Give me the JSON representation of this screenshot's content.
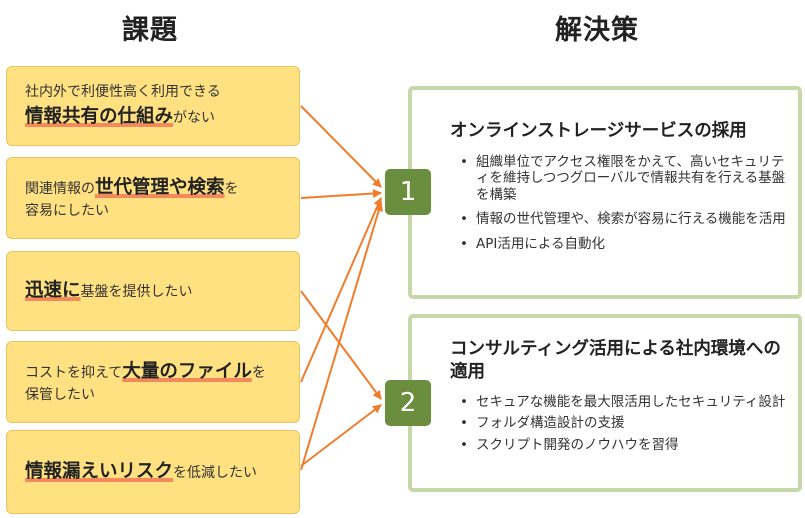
{
  "headings": {
    "issues": "課題",
    "solutions": "解決策"
  },
  "issues": [
    {
      "pre1": "社内外で利便性高く利用できる",
      "highlight": "情報共有の仕組み",
      "post": "がない"
    },
    {
      "pre": "関連情報の",
      "highlight": "世代管理や検索",
      "post1": "を",
      "post2": "容易にしたい"
    },
    {
      "highlight": "迅速に",
      "post": "基盤を提供したい"
    },
    {
      "pre": "コストを抑えて",
      "highlight": "大量のファイル",
      "post1": "を",
      "post2": "保管したい"
    },
    {
      "highlight": "情報漏えいリスク",
      "post": "を低減したい"
    }
  ],
  "solutions": [
    {
      "number": "1",
      "title": "オンラインストレージサービスの採用",
      "bullets": [
        "組織単位でアクセス権限をかえて、高いセキュリティを維持しつつグローバルで情報共有を行える基盤を構築",
        "情報の世代管理や、検索が容易に行える機能を活用",
        "API活用による自動化"
      ]
    },
    {
      "number": "2",
      "title": "コンサルティング活用による社内環境への適用",
      "bullets": [
        "セキュアな機能を最大限活用したセキュリティ設計",
        "フォルダ構造設計の支援",
        "スクリプト開発のノウハウを習得"
      ]
    }
  ],
  "colors": {
    "issue_bg": "#ffe182",
    "accent_arrow": "#f07d2b",
    "number_bg": "#6b8e3e",
    "solution_border": "#c6d7a8",
    "underline": "#f48a5b"
  }
}
